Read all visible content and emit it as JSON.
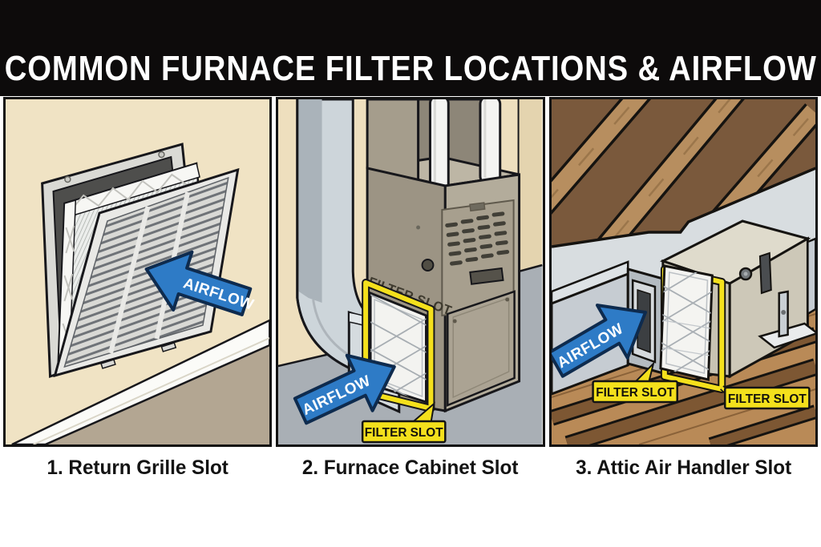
{
  "header": {
    "title": "COMMON FURNACE FILTER LOCATIONS & AIRFLOW"
  },
  "colors": {
    "header_bg": "#0d0b0b",
    "header_fg": "#ffffff",
    "airflow_blue": "#2e7bc6",
    "arrow_outline": "#0e2b4e",
    "highlight_yellow": "#f4e01c",
    "label_text": "#14120c",
    "caption_text": "#131313"
  },
  "panels": [
    {
      "caption": "1. Return Grille Slot",
      "airflow_label": "AIRFLOW"
    },
    {
      "caption": "2. Furnace Cabinet Slot",
      "airflow_label": "AIRFLOW",
      "painted_slot_text": "FILTER SLOT",
      "slot_label": "FILTER SLOT"
    },
    {
      "caption": "3. Attic Air Handler Slot",
      "airflow_label": "AIRFLOW",
      "slot_label_left": "FILTER SLOT",
      "slot_label_right": "FILTER SLOT"
    }
  ]
}
